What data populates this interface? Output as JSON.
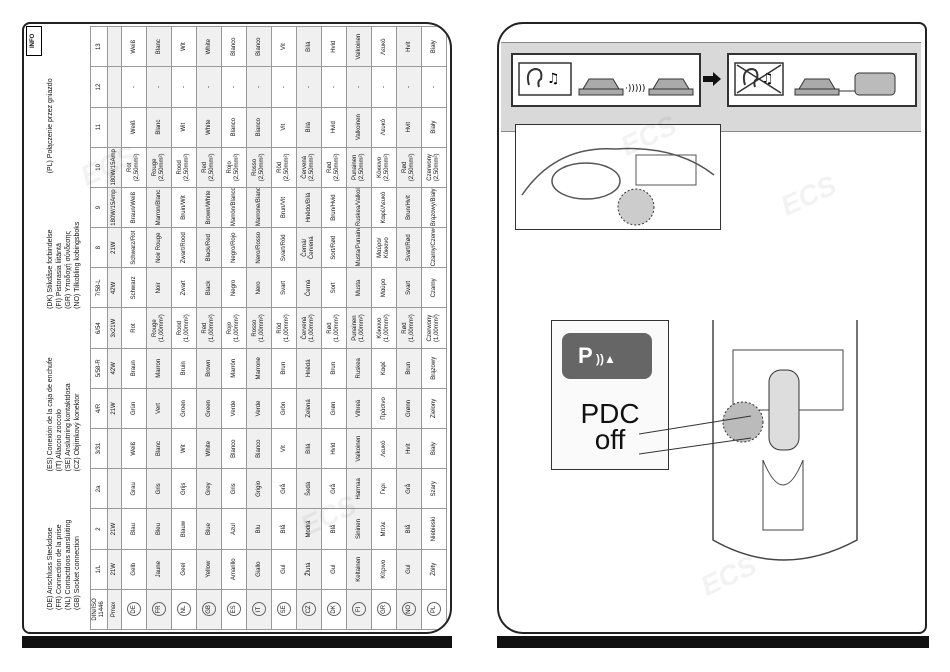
{
  "left_page": {
    "info_label": "INFO",
    "legend": [
      [
        "DE",
        "Anschluss Steckdose"
      ],
      [
        "FR",
        "Connection de la prise"
      ],
      [
        "NL",
        "Contactdoos aansluiting"
      ],
      [
        "GB",
        "Socket connection"
      ],
      [
        "ES",
        "Conexión de la caja de enchufe"
      ],
      [
        "IT",
        "Allaccio zoccolo"
      ],
      [
        "SE",
        "Anslutning kontaktdosa"
      ],
      [
        "CZ",
        "Objímkový konektor"
      ],
      [
        "DK",
        "Stikdåse forbindelse"
      ],
      [
        "FI",
        "Pistorasia liitäntä"
      ],
      [
        "GR",
        "Υποδοχή σύνδεσης"
      ],
      [
        "NO",
        "Tilkobling kobingsboks"
      ],
      [
        "PL",
        "Połączenie przez gniazdo"
      ]
    ],
    "table": {
      "corner": "DIN/ISO 11446",
      "pmax_label": "Pmax",
      "pins": [
        "1/L",
        "2",
        "2a",
        "3/31",
        "4/R",
        "5/58-R",
        "6/54",
        "7/58-L",
        "8",
        "9",
        "10",
        "11",
        "12",
        "13"
      ],
      "pmax": [
        "21W",
        "21W",
        "",
        "",
        "21W",
        "42W",
        "3x21W",
        "42W",
        "21W",
        "180W/15Amp",
        "180W/15Amp",
        "",
        "",
        ""
      ],
      "rows": [
        [
          "DE",
          "Gelb",
          "Blau",
          "Grau",
          "Weiß",
          "Grün",
          "Braun",
          "Rot",
          "Schwarz",
          "Schwarz/Rot",
          "Braun/Weiß",
          "Rot (2,50mm²)",
          "Weiß",
          "-",
          "Weiß"
        ],
        [
          "FR",
          "Jaune",
          "Bleu",
          "Gris",
          "Blanc",
          "Vert",
          "Marron",
          "Rouge (1,00mm²)",
          "Noir",
          "Noir Rouge",
          "Marron/Blanc",
          "Rouge (2,50mm²)",
          "Blanc",
          "-",
          "Blanc"
        ],
        [
          "NL",
          "Geel",
          "Blauw",
          "Grijs",
          "Wit",
          "Groen",
          "Bruin",
          "Rood (1,00mm²)",
          "Zwart",
          "Zwart/Rood",
          "Bruin/Wit",
          "Rood (2,50mm²)",
          "Wit",
          "-",
          "Wit"
        ],
        [
          "GB",
          "Yellow",
          "Blue",
          "Grey",
          "White",
          "Green",
          "Brown",
          "Red (1,00mm²)",
          "Black",
          "Black/Red",
          "Brown/White",
          "Red (2,50mm²)",
          "White",
          "-",
          "White"
        ],
        [
          "ES",
          "Amarillo",
          "Azul",
          "Gris",
          "Blanco",
          "Verde",
          "Marrón",
          "Rojo (1,00mm²)",
          "Negro",
          "Negro/Rojo",
          "Marrón/Blanco",
          "Rojo (2,50mm²)",
          "Blanco",
          "-",
          "Blanco"
        ],
        [
          "IT",
          "Giallo",
          "Blu",
          "Grigio",
          "Bianco",
          "Verde",
          "Marrone",
          "Rosso (1,00mm²)",
          "Nero",
          "Nero/Rosso",
          "Marrone/Bianco",
          "Rosso (2,50mm²)",
          "Bianco",
          "-",
          "Bianco"
        ],
        [
          "SE",
          "Gul",
          "Blå",
          "Grå",
          "Vit",
          "Grön",
          "Brun",
          "Röd (1,00mm²)",
          "Svart",
          "Svart/Röd",
          "Brun/Vit",
          "Röd (2,50mm²)",
          "Vit",
          "-",
          "Vit"
        ],
        [
          "CZ",
          "Žlutá",
          "Modrá",
          "Šedá",
          "Bílá",
          "Zelená",
          "Hnědá",
          "Červená (1,00mm²)",
          "Černá",
          "Černá/Červená",
          "Hnědo/Bílá",
          "Červená (2,50mm²)",
          "Bílá",
          "-",
          "Bílá"
        ],
        [
          "DK",
          "Gul",
          "Blå",
          "Grå",
          "Hvid",
          "Grøn",
          "Brun",
          "Rød (1,00mm²)",
          "Sort",
          "Sort/Rød",
          "Brun/Hvid",
          "Rød (2,50mm²)",
          "Hvid",
          "-",
          "Hvid"
        ],
        [
          "FI",
          "Keltainen",
          "Sininen",
          "Harmaa",
          "Valkoinen",
          "Vihreä",
          "Ruskea",
          "Punainen (1,00mm²)",
          "Musta",
          "Musta/Punainen",
          "Ruskea/Valkoinen",
          "Punainen (2,50mm²)",
          "Valkoinen",
          "-",
          "Valkoinen"
        ],
        [
          "GR",
          "Κίτρινο",
          "Μπλε",
          "Γκρι",
          "Λευκό",
          "Πράσινο",
          "Καφέ",
          "Κόκκινο (1,00mm²)",
          "Μαύρο",
          "Μαύρο/Κόκκινο",
          "Καφέ/Λευκό",
          "Κόκκινο (2,50mm²)",
          "Λευκό",
          "-",
          "Λευκό"
        ],
        [
          "NO",
          "Gul",
          "Blå",
          "Grå",
          "Hvit",
          "Grønn",
          "Brun",
          "Rød (1,00mm²)",
          "Svart",
          "Svart/Rød",
          "Brun/Hvit",
          "Rød (2,50mm²)",
          "Hvit",
          "-",
          "Hvit"
        ],
        [
          "PL",
          "Żółty",
          "Niebieski",
          "Szary",
          "Biały",
          "Zielony",
          "Brązowy",
          "Czerwony (1,00mm²)",
          "Czarny",
          "Czarny/Czerwony",
          "Brązowy/Biały",
          "Czerwony (2,50mm²)",
          "Biały",
          "-",
          "Biały"
        ]
      ]
    }
  },
  "right_page": {
    "pdc_label": "PDC\noff",
    "button_label": "P"
  },
  "watermark": "ECS"
}
